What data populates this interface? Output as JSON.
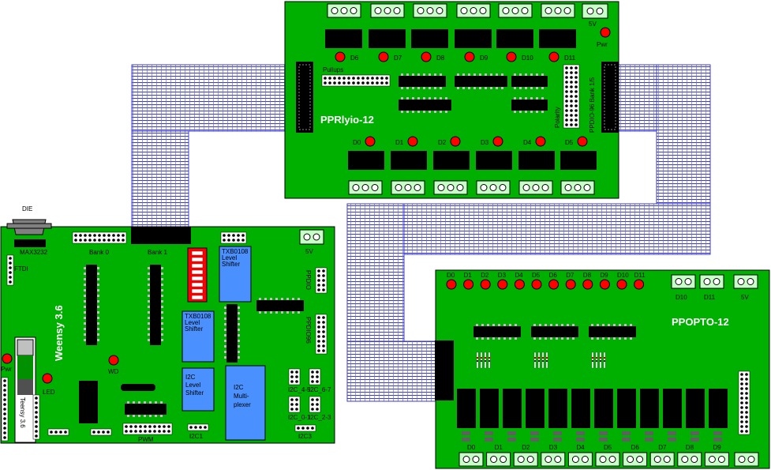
{
  "boards": {
    "pprlyio": {
      "title": "PPRlyio-12",
      "pwr": "Pwr",
      "v5": "5V",
      "pullups": "Pullups",
      "polarity": "Polarity",
      "ppdio_bank": "PPDIO-96 Bank 1/5",
      "top_leds": [
        "D6",
        "D7",
        "D8",
        "D9",
        "D10",
        "D11"
      ],
      "bottom_leds": [
        "D0",
        "D1",
        "D2",
        "D3",
        "D4",
        "D5"
      ]
    },
    "weensy": {
      "title": "Weensy 3.6",
      "die": "DIE",
      "max3232": "MAX3232",
      "ftdi": "FTDI",
      "bank0": "Bank 0",
      "bank1": "Bank 1",
      "v5": "5V",
      "pwr": "Pwr",
      "wd": "WD",
      "led": "LED",
      "teensy": "Teensy 3.6",
      "pwm": "PWM",
      "i2c1": "I2C1",
      "i2c3": "I2C3",
      "ppdio": "PPDIO",
      "ppdio96": "PPDIO96",
      "txb_top": [
        "TXB0108",
        "Level",
        "Shifter"
      ],
      "txb_mid": [
        "TXB0108",
        "Level",
        "Shifter"
      ],
      "i2c_shift": [
        "I2C",
        "Level",
        "Shifter"
      ],
      "i2c_mux": [
        "I2C",
        "Multi-",
        "plexer"
      ],
      "i2c_small": [
        "I2C_4-5",
        "I2C_6-7",
        "I2C_0-1",
        "I2C_2-3"
      ]
    },
    "ppopto": {
      "title": "PPOPTO-12",
      "top_leds": [
        "D0",
        "D1",
        "D2",
        "D3",
        "D4",
        "D5",
        "D6",
        "D7",
        "D8",
        "D9",
        "D10",
        "D11"
      ],
      "conn_labels": [
        "D10",
        "D11",
        "5V"
      ],
      "bottom_labels": [
        "D0",
        "D1",
        "D2",
        "D3",
        "D4",
        "D5",
        "D6",
        "D7",
        "D8",
        "D9"
      ]
    }
  },
  "colors": {
    "board": "#00b000",
    "ribbon": "#3b3bd0",
    "led": "#ff0000",
    "chip": "#000000",
    "blue_module": "#4a90ff",
    "terminal": "#c8ffc8"
  }
}
